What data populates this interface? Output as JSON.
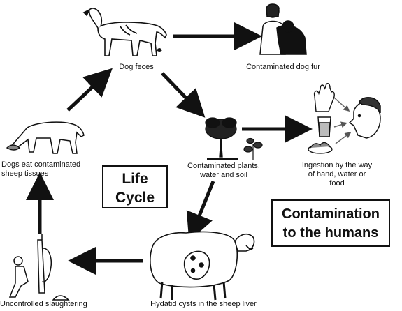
{
  "title_box": {
    "line1": "Life",
    "line2": "Cycle"
  },
  "human_box": {
    "line1": "Contamination",
    "line2": "to the humans"
  },
  "nodes": {
    "dog_feces": "Dog feces",
    "dog_fur": "Contaminated dog fur",
    "plants": {
      "line1": "Contaminated plants,",
      "line2": "water and soil"
    },
    "ingestion": {
      "line1": "Ingestion by the way",
      "line2": "of hand, water or",
      "line3": "food"
    },
    "dogs_eat": {
      "line1": "Dogs eat contaminated",
      "line2": "sheep tissues"
    },
    "slaughter": "Uncontrolled slaughtering",
    "sheep_liver": "Hydatid cysts in the sheep liver"
  },
  "icons": [
    "dog-icon",
    "girl-with-dog-icon",
    "hand-icon",
    "water-glass-icon",
    "food-plate-icon",
    "face-icon",
    "tree-icon",
    "plant-icon",
    "sheep-icon",
    "butcher-icon",
    "eating-dog-icon"
  ],
  "colors": {
    "ink": "#111111",
    "background": "#ffffff"
  }
}
